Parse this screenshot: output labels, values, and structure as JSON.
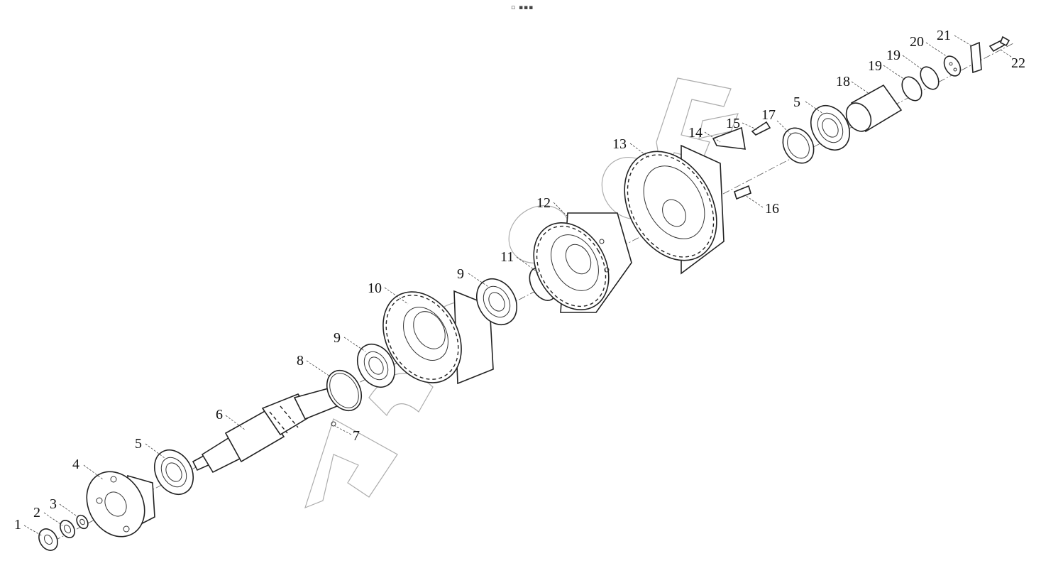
{
  "toolbar": {
    "dots_label": "▫ ▪▪▪"
  },
  "callouts": [
    {
      "id": "c1",
      "label": "1"
    },
    {
      "id": "c2",
      "label": "2"
    },
    {
      "id": "c3",
      "label": "3"
    },
    {
      "id": "c4",
      "label": "4"
    },
    {
      "id": "c5a",
      "label": "5"
    },
    {
      "id": "c6",
      "label": "6"
    },
    {
      "id": "c7",
      "label": "7"
    },
    {
      "id": "c8",
      "label": "8"
    },
    {
      "id": "c9a",
      "label": "9"
    },
    {
      "id": "c10",
      "label": "10"
    },
    {
      "id": "c9b",
      "label": "9"
    },
    {
      "id": "c11",
      "label": "11"
    },
    {
      "id": "c12",
      "label": "12"
    },
    {
      "id": "c13",
      "label": "13"
    },
    {
      "id": "c14",
      "label": "14"
    },
    {
      "id": "c15",
      "label": "15"
    },
    {
      "id": "c16",
      "label": "16"
    },
    {
      "id": "c17",
      "label": "17"
    },
    {
      "id": "c5b",
      "label": "5"
    },
    {
      "id": "c18",
      "label": "18"
    },
    {
      "id": "c19a",
      "label": "19"
    },
    {
      "id": "c19b",
      "label": "19"
    },
    {
      "id": "c20",
      "label": "20"
    },
    {
      "id": "c21",
      "label": "21"
    },
    {
      "id": "c22",
      "label": "22"
    }
  ]
}
